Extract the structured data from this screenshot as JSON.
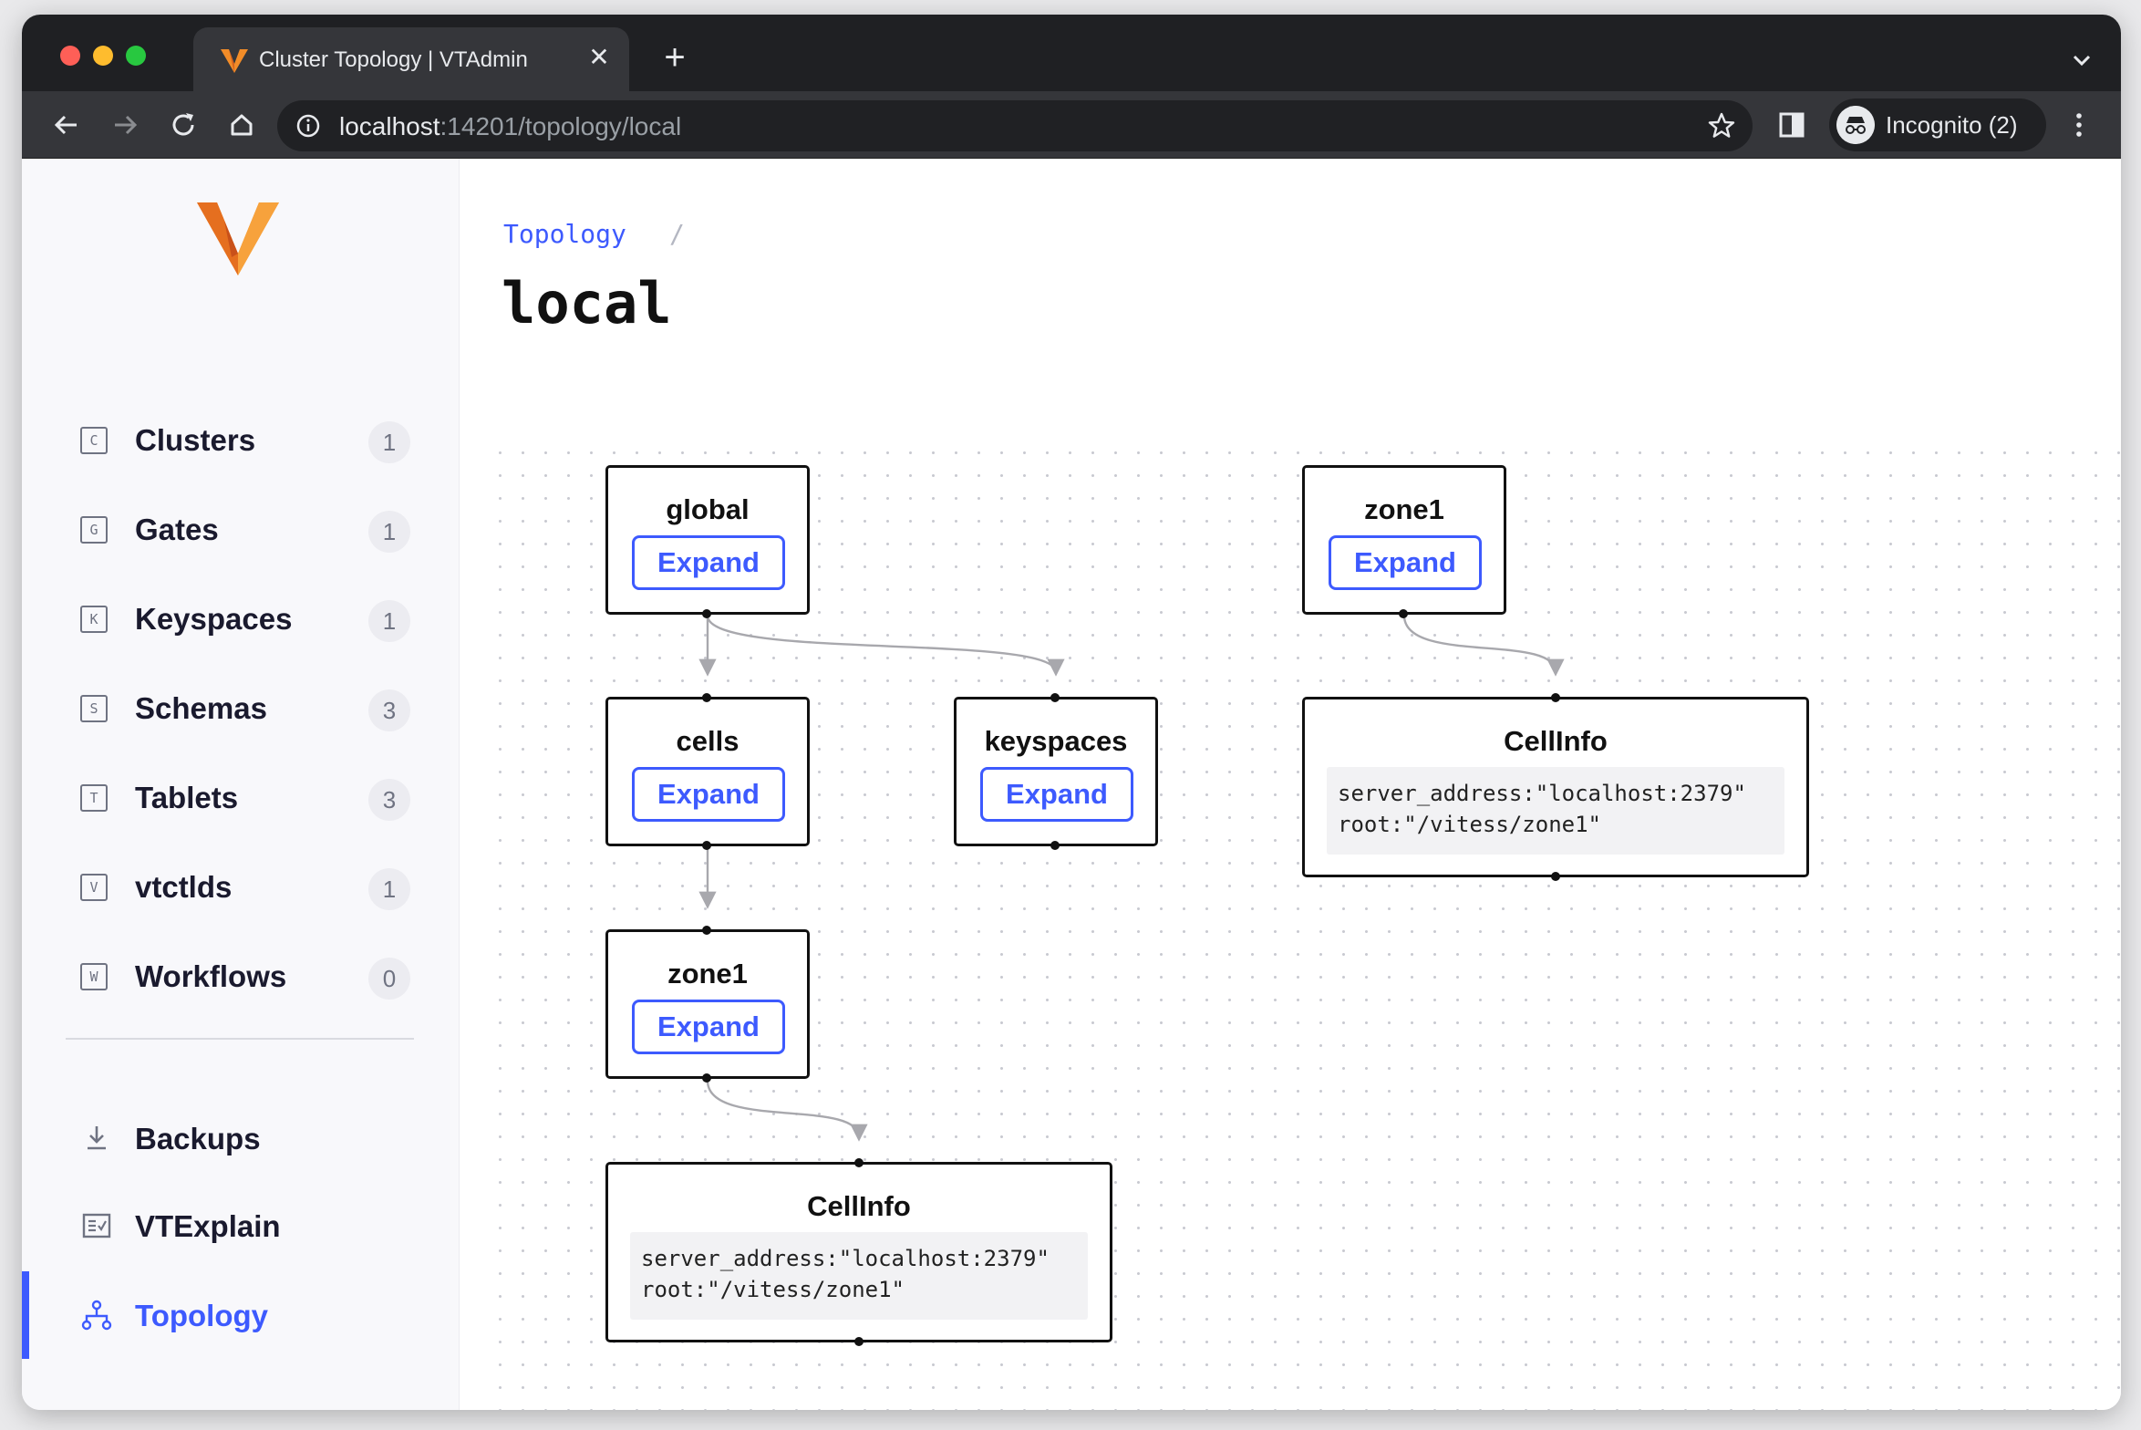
{
  "browser": {
    "tab_title": "Cluster Topology | VTAdmin",
    "url_host": "localhost",
    "url_rest": ":14201/topology/local",
    "profile_label": "Incognito (2)"
  },
  "colors": {
    "accent": "#3d5afe",
    "logo_orange": "#f28c28",
    "chrome_dark": "#35363a"
  },
  "sidebar": {
    "items": [
      {
        "key": "C",
        "label": "Clusters",
        "count": "1"
      },
      {
        "key": "G",
        "label": "Gates",
        "count": "1"
      },
      {
        "key": "K",
        "label": "Keyspaces",
        "count": "1"
      },
      {
        "key": "S",
        "label": "Schemas",
        "count": "3"
      },
      {
        "key": "T",
        "label": "Tablets",
        "count": "3"
      },
      {
        "key": "V",
        "label": "vtctlds",
        "count": "1"
      },
      {
        "key": "W",
        "label": "Workflows",
        "count": "0"
      }
    ],
    "secondary": [
      {
        "label": "Backups",
        "icon": "download-icon"
      },
      {
        "label": "VTExplain",
        "icon": "explain-icon"
      },
      {
        "label": "Topology",
        "icon": "topology-icon",
        "active": true
      }
    ]
  },
  "main": {
    "breadcrumb": "Topology",
    "breadcrumb_sep": "/",
    "title": "local"
  },
  "graph": {
    "nodes": {
      "global": {
        "title": "global",
        "button": "Expand"
      },
      "cells": {
        "title": "cells",
        "button": "Expand"
      },
      "keyspaces": {
        "title": "keyspaces",
        "button": "Expand"
      },
      "zone1_a": {
        "title": "zone1",
        "button": "Expand"
      },
      "cellinfo_a": {
        "title": "CellInfo",
        "code": "server_address:\"localhost:2379\"\nroot:\"/vitess/zone1\""
      },
      "zone1_b": {
        "title": "zone1",
        "button": "Expand"
      },
      "cellinfo_b": {
        "title": "CellInfo",
        "code": "server_address:\"localhost:2379\"\nroot:\"/vitess/zone1\""
      }
    }
  }
}
